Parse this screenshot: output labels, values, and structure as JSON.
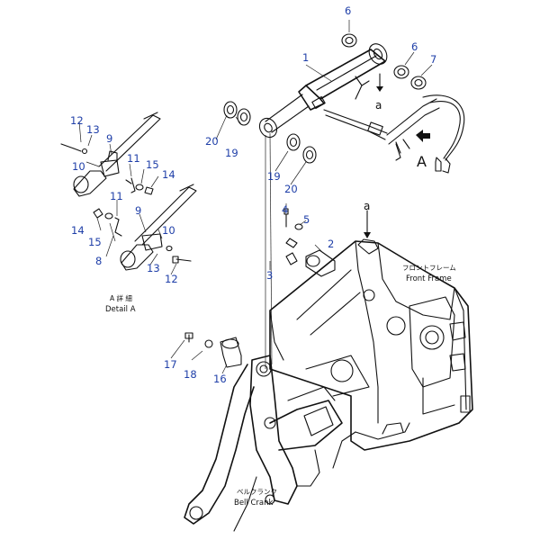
{
  "callouts": [
    "1",
    "2",
    "3",
    "4",
    "5",
    "6",
    "6",
    "7",
    "8",
    "9",
    "9",
    "10",
    "10",
    "11",
    "11",
    "12",
    "12",
    "13",
    "13",
    "14",
    "14",
    "15",
    "15",
    "16",
    "17",
    "18",
    "19",
    "19",
    "20",
    "20"
  ],
  "annotations": {
    "view_arrow": "A",
    "connection_top": "a",
    "connection_mid": "a",
    "detail_jp": "A 詳 細",
    "detail_en": "Detail A",
    "front_frame_jp": "フロントフレーム",
    "front_frame_en": "Front Frame",
    "bell_crank_jp": "ベルクランク",
    "bell_crank_en": "Bell Crank"
  }
}
